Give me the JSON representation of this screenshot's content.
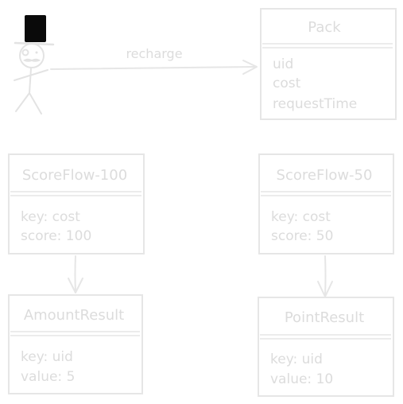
{
  "colors": {
    "stroke": "#e6e6e6",
    "text": "#dcdcdc",
    "hat": "#0a0a0a"
  },
  "actor": {
    "icon": "top-hat-stick-figure-icon"
  },
  "connector": {
    "recharge_label": "recharge"
  },
  "boxes": {
    "pack": {
      "title": "Pack",
      "fields": [
        "uid",
        "cost",
        "requestTime"
      ]
    },
    "scoreflow100": {
      "title": "ScoreFlow-100",
      "fields": [
        "key: cost",
        "score: 100"
      ]
    },
    "scoreflow50": {
      "title": "ScoreFlow-50",
      "fields": [
        "key: cost",
        "score: 50"
      ]
    },
    "amount_result": {
      "title": "AmountResult",
      "fields": [
        "key: uid",
        "value: 5"
      ]
    },
    "point_result": {
      "title": "PointResult",
      "fields": [
        "key: uid",
        "value: 10"
      ]
    }
  }
}
